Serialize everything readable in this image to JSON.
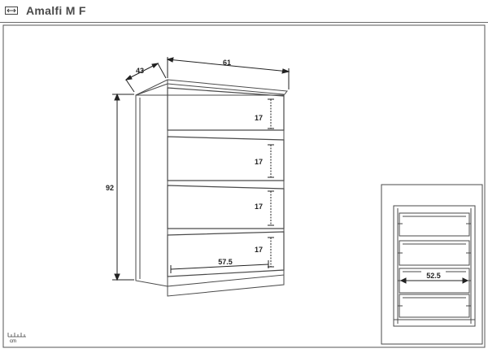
{
  "header": {
    "title": "Amalfi M F",
    "icon": "width-arrows-icon"
  },
  "dimensions": {
    "width": "61",
    "depth": "43",
    "height": "92",
    "drawer_front_heights": [
      "17",
      "17",
      "17",
      "17"
    ],
    "drawer_inner_width": "57.5"
  },
  "inset": {
    "drawer_width": "52.5"
  },
  "scale": {
    "unit": "cm"
  },
  "colors": {
    "line": "#4a4a4a",
    "dim_line": "#222222",
    "title": "#4a4a4a"
  }
}
